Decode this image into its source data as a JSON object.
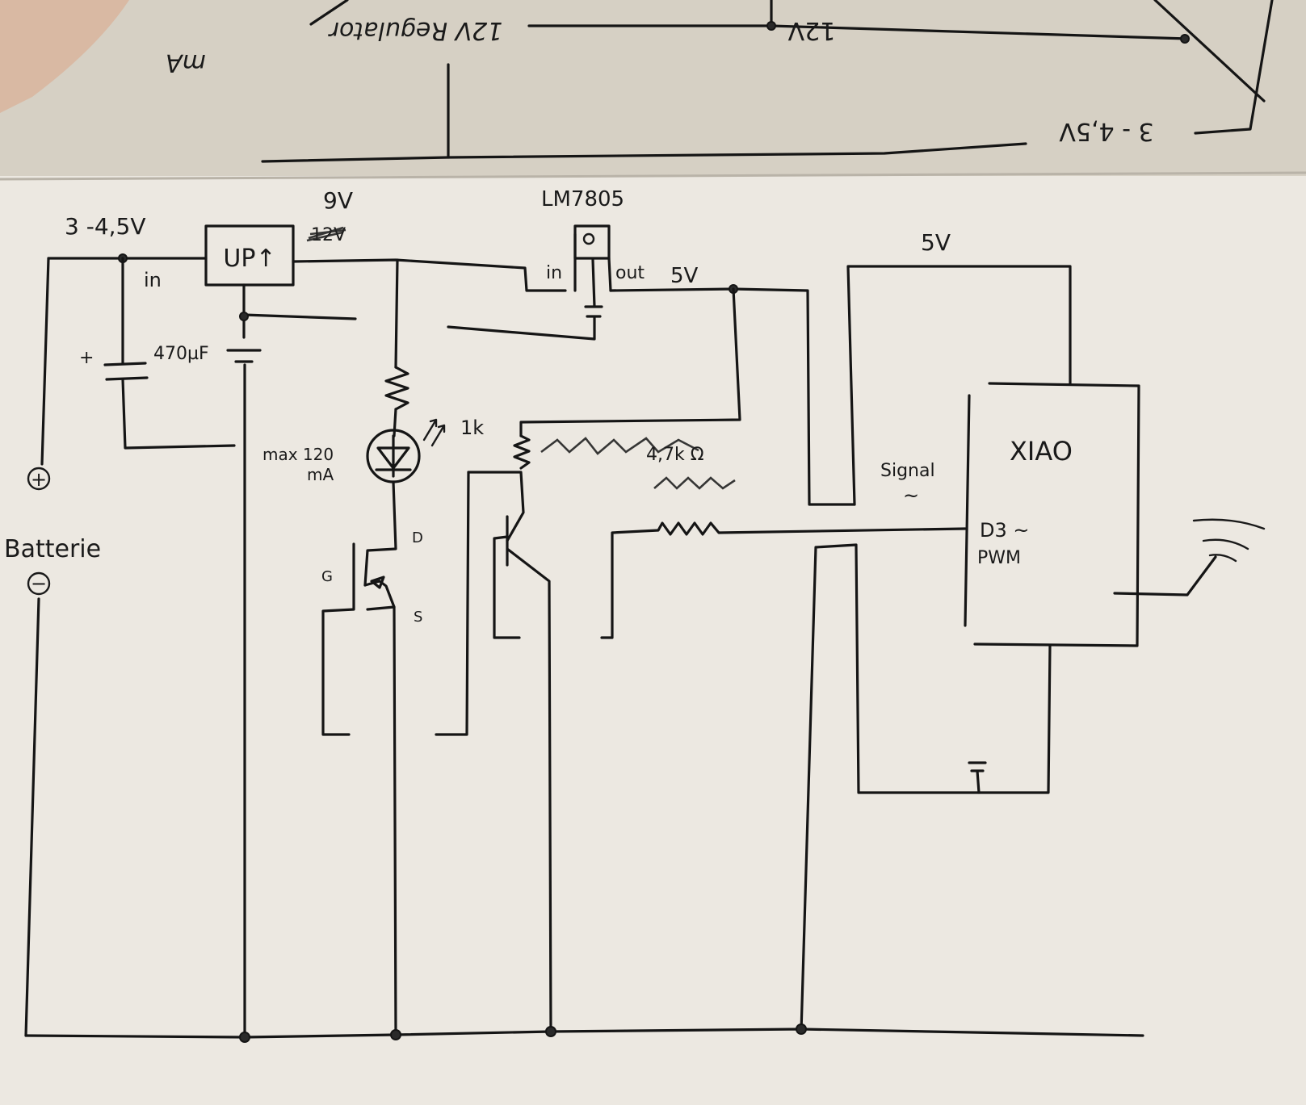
{
  "sheet_top": {
    "labels": {
      "ma": "mA",
      "regulator": "12V Regulator",
      "v12": "12V",
      "v3_45": "3 - 4,5V"
    }
  },
  "sheet_main": {
    "labels": {
      "input_voltage": "3 -4,5V",
      "booster_out": "9V",
      "booster_crossed": "12V",
      "booster": "UP↑",
      "booster_in": "in",
      "capacitor": "470µF",
      "cap_plus": "+",
      "regulator": "LM7805",
      "reg_in": "in",
      "reg_out": "out",
      "reg_5v": "5V",
      "top_5v": "5V",
      "battery_plus": "+",
      "battery_minus": "−",
      "battery": "Batterie",
      "max_current": "max 120",
      "max_current_unit": "mA",
      "resistor_1k": "1k",
      "resistor_47k": "4,7k Ω",
      "mosfet_d": "D",
      "mosfet_g": "G",
      "mosfet_s": "S",
      "signal": "Signal",
      "signal_wave": "~",
      "mcu": "XIAO",
      "pin_d3": "D3 ~",
      "pin_pwm": "PWM"
    }
  },
  "colors": {
    "paper_top": "#d8d2c6",
    "paper_main": "#ece8e1",
    "ink": "#151515"
  }
}
